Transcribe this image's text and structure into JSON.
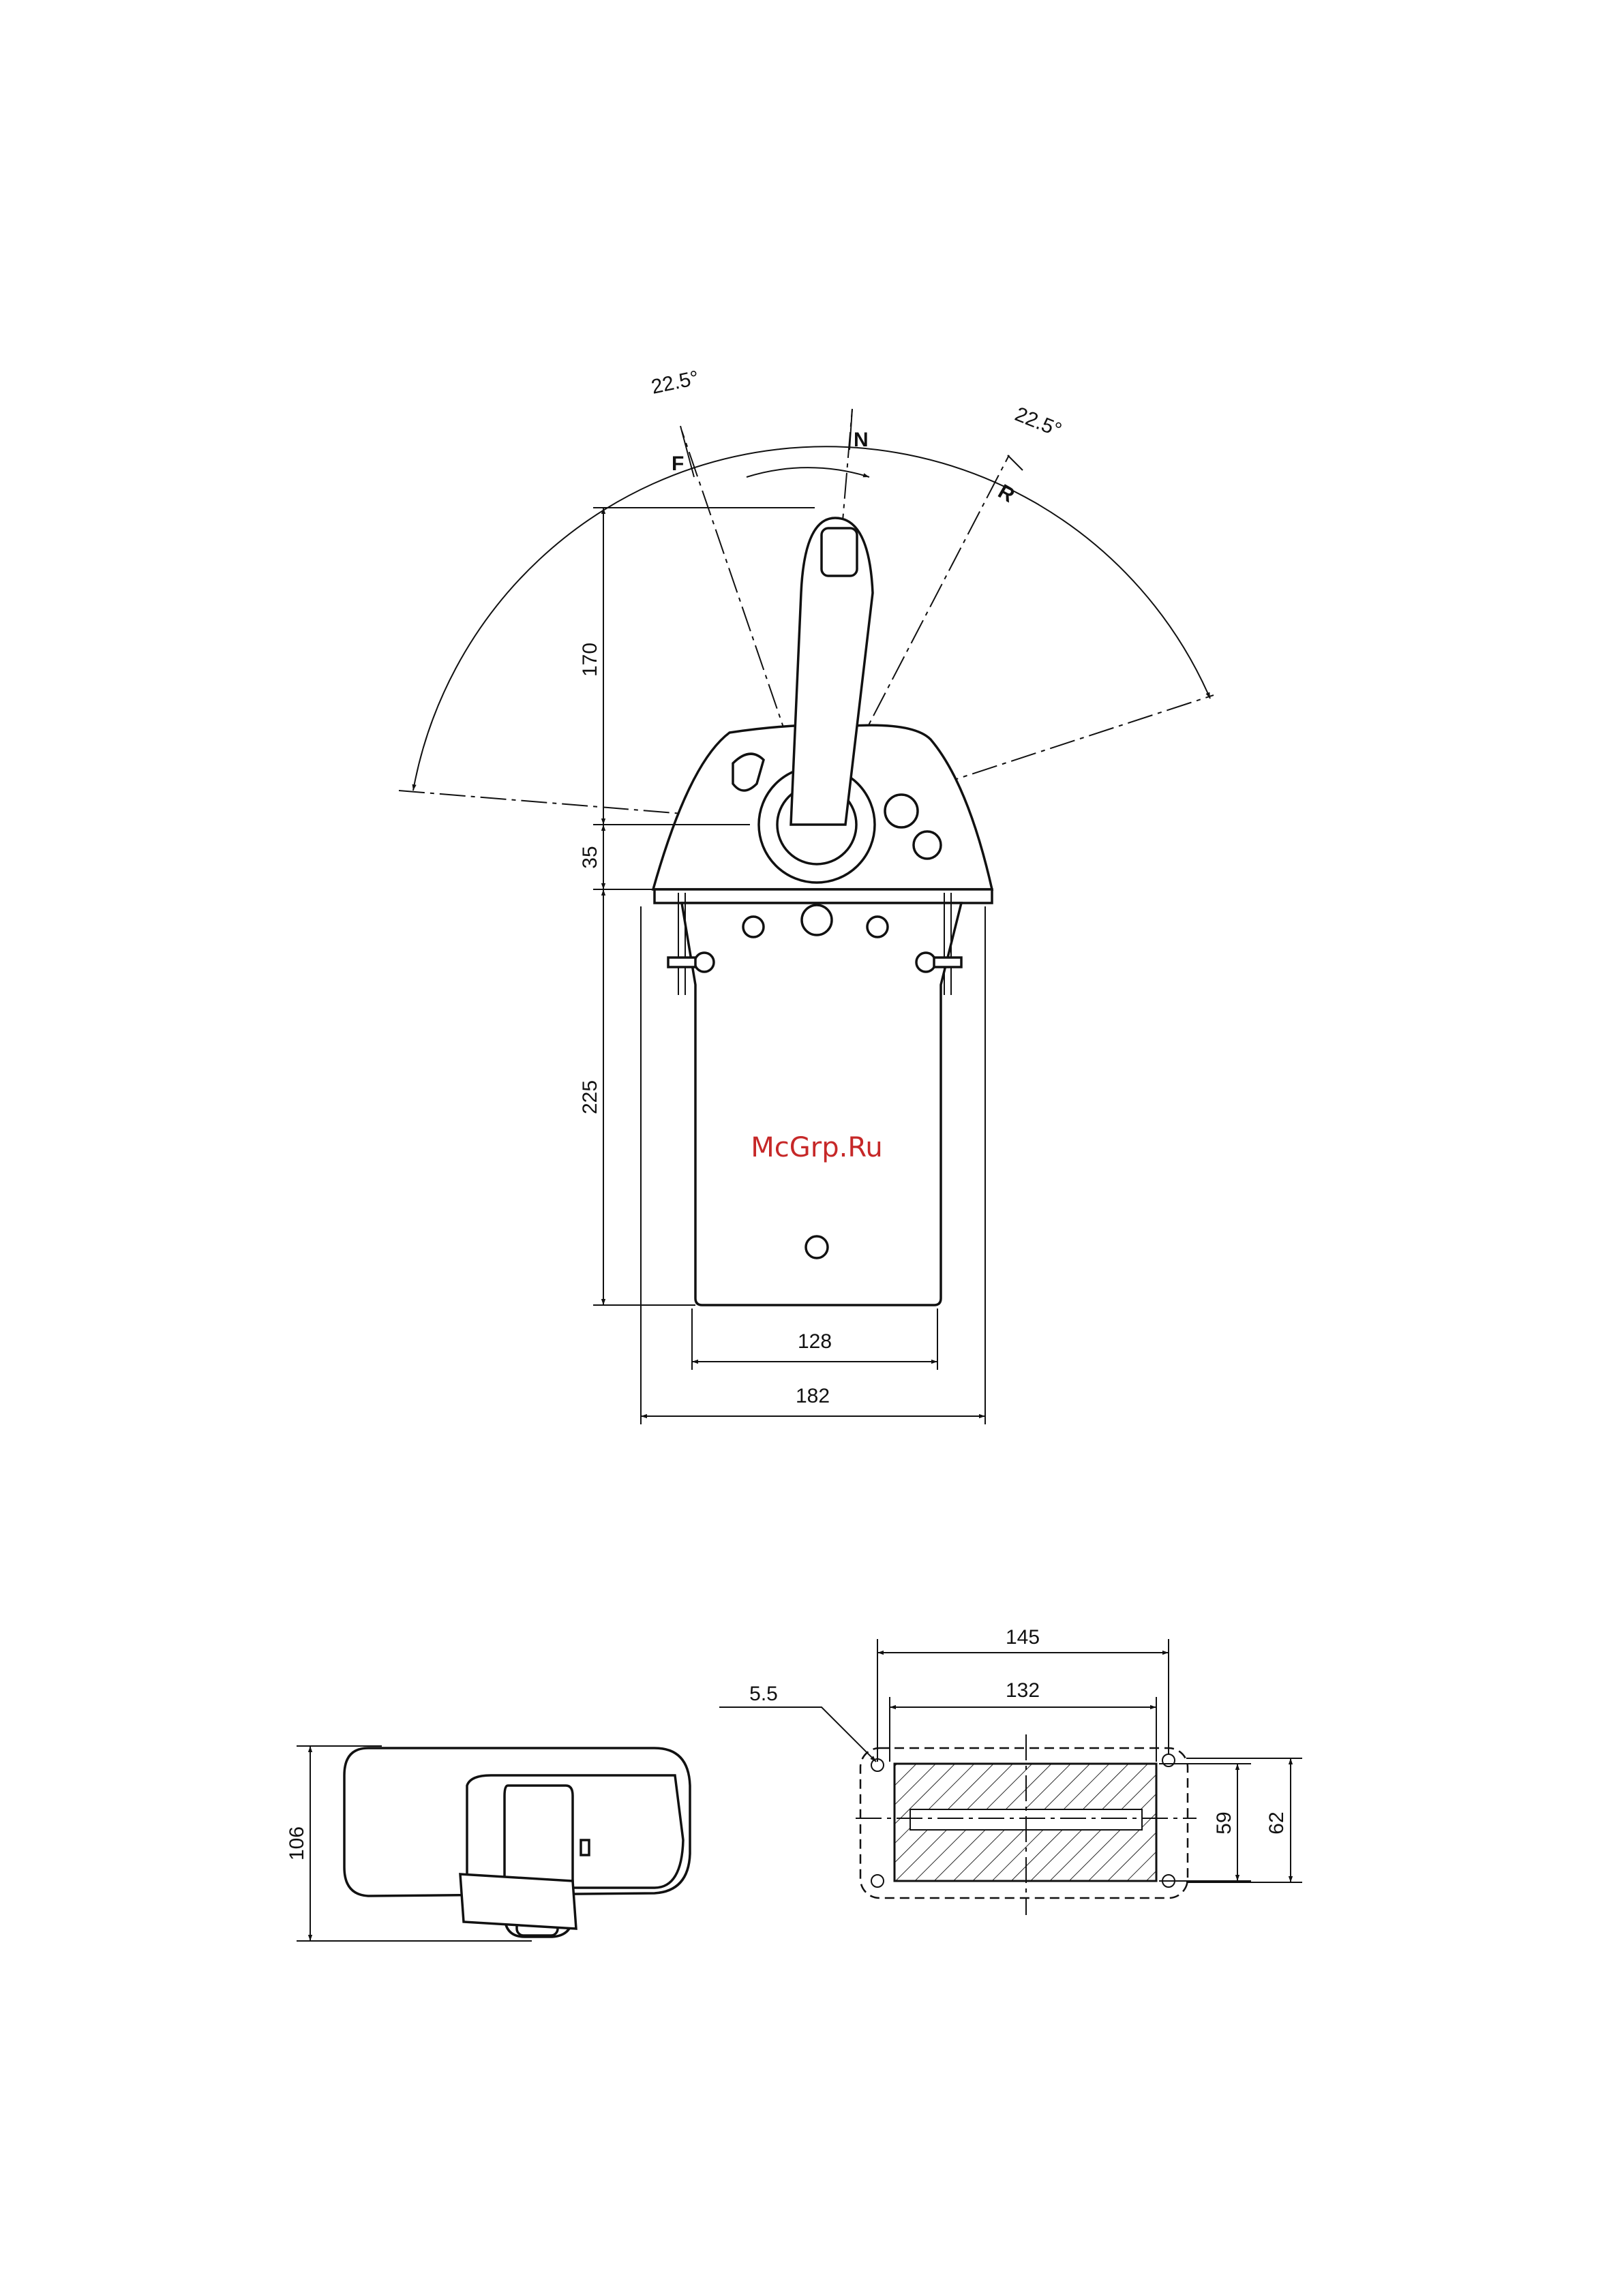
{
  "front_view": {
    "angle_forward": "22.5°",
    "angle_reverse": "22.5°",
    "positions": {
      "forward": "F",
      "neutral": "N",
      "reverse": "R"
    },
    "dim_lever_height": "170",
    "dim_hub_height": "35",
    "dim_box_height": "225",
    "dim_box_width": "128",
    "dim_overall_width": "182"
  },
  "watermark": "McGrp.Ru",
  "side_view": {
    "dim_height": "106"
  },
  "cutout_view": {
    "dim_hole_diameter": "5.5",
    "dim_outer_width": "145",
    "dim_inner_width": "132",
    "dim_inner_height": "59",
    "dim_outer_height": "62"
  }
}
